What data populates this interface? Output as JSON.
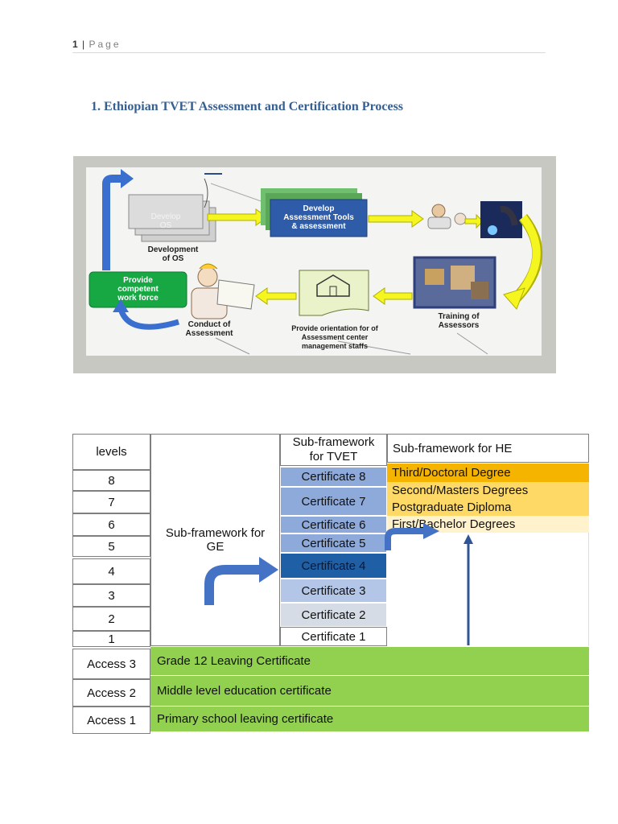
{
  "header": {
    "page_number": "1",
    "separator": "|",
    "page_word": "Page"
  },
  "heading": "1.  Ethiopian TVET Assessment and Certification Process",
  "process": {
    "develop_os_box": "Develop\nOS",
    "development_of_os": "Development\nof OS",
    "develop_tools_box": "Develop\nAssessment Tools\n& assessment",
    "training_of_assessors": "Training of\nAssessors",
    "orientation": "Provide orientation for  of\nAssessment center\nmanagement staffs",
    "conduct_assessment": "Conduct of\nAssessment",
    "competent_box": "Provide\ncompetent\nwork force"
  },
  "framework": {
    "levels_header": "levels",
    "ge_label": "Sub-framework for\nGE",
    "tvet_header": "Sub-framework\nfor TVET",
    "he_header": "Sub-framework for HE",
    "levels": [
      "8",
      "7",
      "6",
      "5",
      "4",
      "3",
      "2",
      "1"
    ],
    "certificates": [
      "Certificate 8",
      "Certificate 7",
      "Certificate 6",
      "Certificate 5",
      "Certificate 4",
      "Certificate 3",
      "Certificate 2",
      "Certificate 1"
    ],
    "he_degrees": [
      "Third/Doctoral Degree",
      "Second/Masters Degrees",
      "Postgraduate Diploma",
      "First/Bachelor Degrees"
    ],
    "access": [
      {
        "label": "Access 3",
        "text": "Grade 12 Leaving Certificate"
      },
      {
        "label": "Access 2",
        "text": "Middle level education certificate"
      },
      {
        "label": "Access 1",
        "text": "Primary school leaving certificate"
      }
    ]
  },
  "colors": {
    "heading": "#365f91",
    "cert_blue": "#8eaadb",
    "cert_dark": "#1f5fa6",
    "cert_light": "#b4c6e7",
    "cert_pale": "#d6dce5",
    "doctoral": "#f4b400",
    "masters": "#ffd966",
    "bachelor": "#fff2cc",
    "access_green": "#92d050"
  }
}
